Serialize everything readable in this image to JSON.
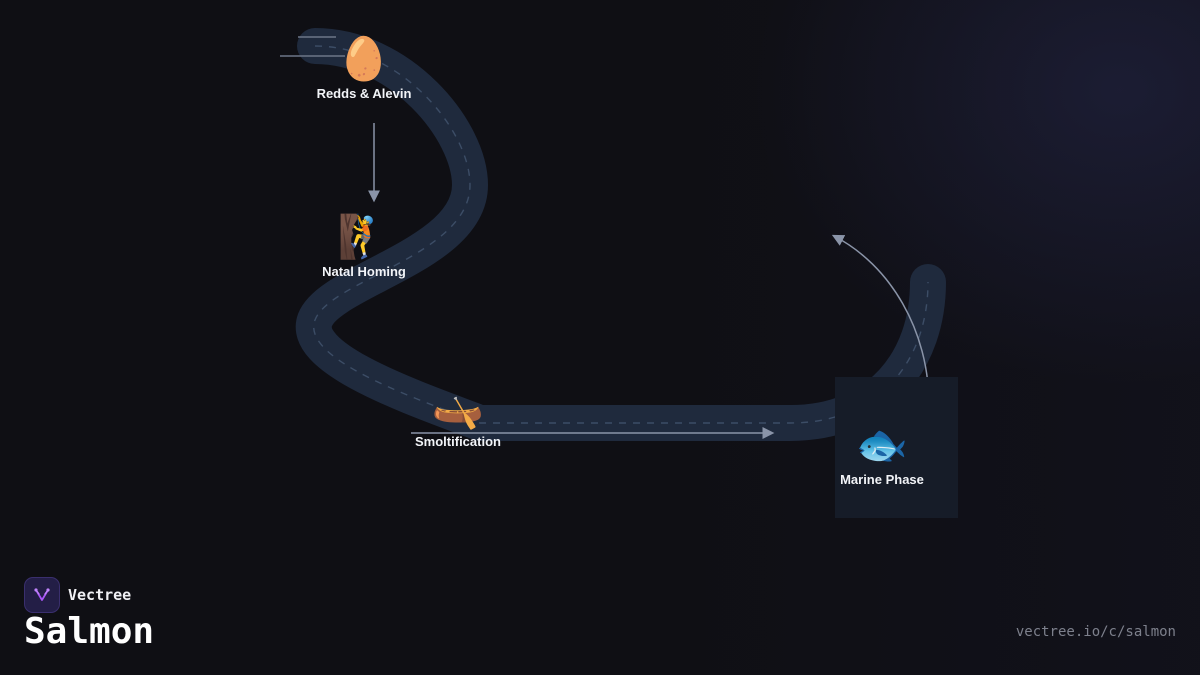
{
  "brand": {
    "name": "Vectree"
  },
  "page": {
    "title": "Salmon",
    "url": "vectree.io/c/salmon"
  },
  "nodes": [
    {
      "id": "redds",
      "icon": "egg-icon",
      "emoji": "🥚",
      "label": "Redds & Alevin"
    },
    {
      "id": "homing",
      "icon": "climber-icon",
      "emoji": "🧗",
      "label": "Natal Homing"
    },
    {
      "id": "smolt",
      "icon": "canoe-icon",
      "emoji": "🛶",
      "label": "Smoltification"
    },
    {
      "id": "marine",
      "icon": "fish-icon",
      "emoji": "🐟",
      "label": "Marine Phase"
    }
  ],
  "colors": {
    "background": "#0f0f14",
    "river": "#1f2a3d",
    "river_dash": "#3c4d66",
    "arrow": "#8a94a8",
    "brand_accent": "#a855f7"
  }
}
